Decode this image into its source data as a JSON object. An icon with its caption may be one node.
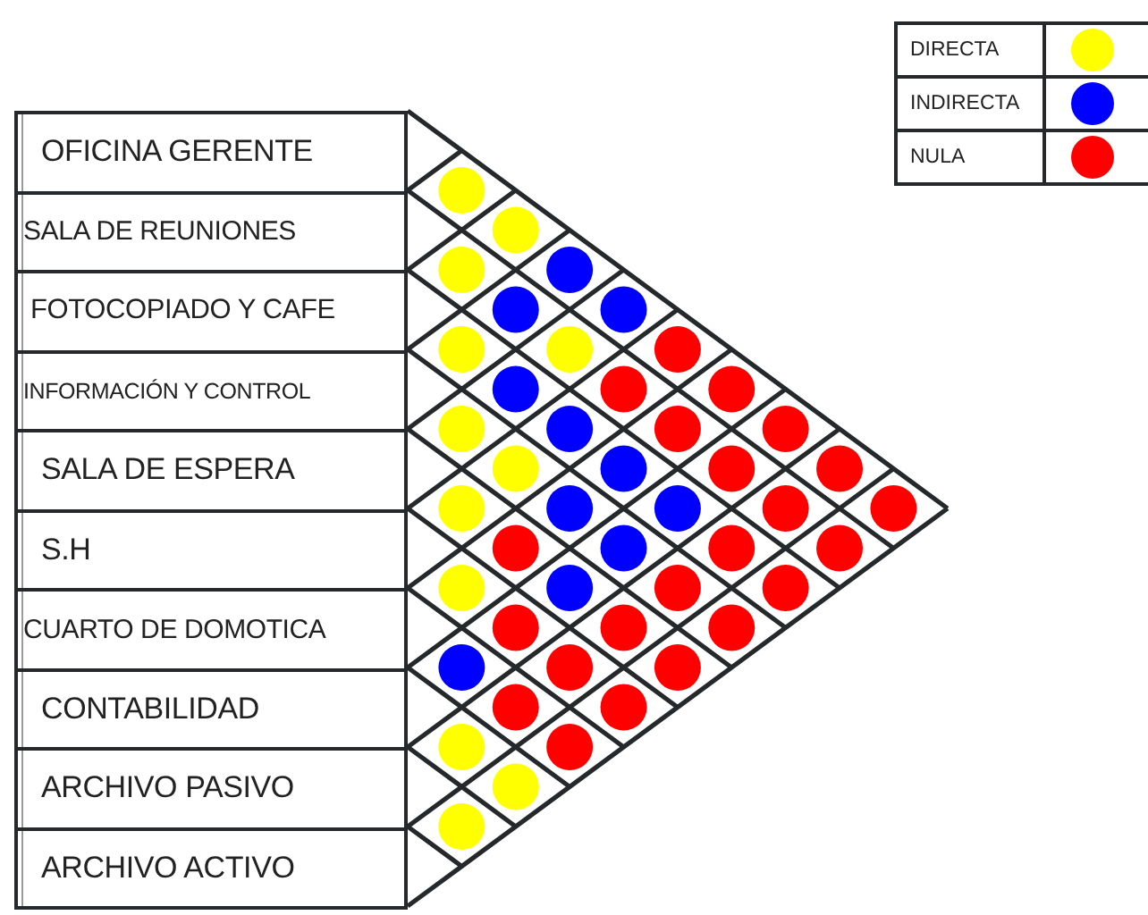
{
  "diagram": {
    "nodes": [
      {
        "text": [
          "OFICINA GERENTE"
        ]
      },
      {
        "text": [
          "SALA DE REUNIONES"
        ]
      },
      {
        "text": [
          "FOTOCOPIADO Y CAFE"
        ]
      },
      {
        "text": [
          "INFORMACIÓN Y CONTROL"
        ]
      },
      {
        "text": [
          "SALA DE ESPERA"
        ]
      },
      {
        "text": [
          "S.H"
        ]
      },
      {
        "text": [
          "CUARTO DE DOMOTICA"
        ]
      },
      {
        "text": [
          "CONTABILIDAD"
        ]
      },
      {
        "text": [
          "ARCHIVO PASIVO"
        ]
      },
      {
        "text": [
          "ARCHIVO ACTIVO"
        ]
      }
    ],
    "edges": [
      {
        "from": 0,
        "to": 1,
        "arrow": "none",
        "color": "#ffff00"
      },
      {
        "from": 0,
        "to": 2,
        "arrow": "none",
        "color": "#ffff00"
      },
      {
        "from": 0,
        "to": 3,
        "arrow": "none",
        "color": "#0000ff"
      },
      {
        "from": 0,
        "to": 4,
        "arrow": "none",
        "color": "#0000ff"
      },
      {
        "from": 0,
        "to": 5,
        "arrow": "none",
        "color": "#ff0000"
      },
      {
        "from": 0,
        "to": 6,
        "arrow": "none",
        "color": "#ff0000"
      },
      {
        "from": 0,
        "to": 7,
        "arrow": "none",
        "color": "#ff0000"
      },
      {
        "from": 0,
        "to": 8,
        "arrow": "none",
        "color": "#ff0000"
      },
      {
        "from": 0,
        "to": 9,
        "arrow": "none",
        "color": "#ff0000"
      },
      {
        "from": 1,
        "to": 2,
        "arrow": "none",
        "color": "#ffff00"
      },
      {
        "from": 1,
        "to": 3,
        "arrow": "none",
        "color": "#0000ff"
      },
      {
        "from": 1,
        "to": 4,
        "arrow": "none",
        "color": "#ffff00"
      },
      {
        "from": 1,
        "to": 5,
        "arrow": "none",
        "color": "#ff0000"
      },
      {
        "from": 1,
        "to": 6,
        "arrow": "none",
        "color": "#ff0000"
      },
      {
        "from": 1,
        "to": 7,
        "arrow": "none",
        "color": "#ff0000"
      },
      {
        "from": 1,
        "to": 8,
        "arrow": "none",
        "color": "#ff0000"
      },
      {
        "from": 1,
        "to": 9,
        "arrow": "none",
        "color": "#ff0000"
      },
      {
        "from": 2,
        "to": 3,
        "arrow": "none",
        "color": "#ffff00"
      },
      {
        "from": 2,
        "to": 4,
        "arrow": "none",
        "color": "#0000ff"
      },
      {
        "from": 2,
        "to": 5,
        "arrow": "none",
        "color": "#0000ff"
      },
      {
        "from": 2,
        "to": 6,
        "arrow": "none",
        "color": "#0000ff"
      },
      {
        "from": 2,
        "to": 7,
        "arrow": "none",
        "color": "#0000ff"
      },
      {
        "from": 2,
        "to": 8,
        "arrow": "none",
        "color": "#ff0000"
      },
      {
        "from": 2,
        "to": 9,
        "arrow": "none",
        "color": "#ff0000"
      },
      {
        "from": 3,
        "to": 4,
        "arrow": "none",
        "color": "#ffff00"
      },
      {
        "from": 3,
        "to": 5,
        "arrow": "none",
        "color": "#ffff00"
      },
      {
        "from": 3,
        "to": 6,
        "arrow": "none",
        "color": "#0000ff"
      },
      {
        "from": 3,
        "to": 7,
        "arrow": "none",
        "color": "#0000ff"
      },
      {
        "from": 3,
        "to": 8,
        "arrow": "none",
        "color": "#ff0000"
      },
      {
        "from": 3,
        "to": 9,
        "arrow": "none",
        "color": "#ff0000"
      },
      {
        "from": 4,
        "to": 5,
        "arrow": "none",
        "color": "#ffff00"
      },
      {
        "from": 4,
        "to": 6,
        "arrow": "none",
        "color": "#ff0000"
      },
      {
        "from": 4,
        "to": 7,
        "arrow": "none",
        "color": "#0000ff"
      },
      {
        "from": 4,
        "to": 8,
        "arrow": "none",
        "color": "#ff0000"
      },
      {
        "from": 4,
        "to": 9,
        "arrow": "none",
        "color": "#ff0000"
      },
      {
        "from": 5,
        "to": 6,
        "arrow": "none",
        "color": "#ffff00"
      },
      {
        "from": 5,
        "to": 7,
        "arrow": "none",
        "color": "#ff0000"
      },
      {
        "from": 5,
        "to": 8,
        "arrow": "none",
        "color": "#ff0000"
      },
      {
        "from": 5,
        "to": 9,
        "arrow": "none",
        "color": "#ff0000"
      },
      {
        "from": 6,
        "to": 7,
        "arrow": "none",
        "color": "#0000ff"
      },
      {
        "from": 6,
        "to": 8,
        "arrow": "none",
        "color": "#ff0000"
      },
      {
        "from": 6,
        "to": 9,
        "arrow": "none",
        "color": "#ff0000"
      },
      {
        "from": 7,
        "to": 8,
        "arrow": "none",
        "color": "#ffff00"
      },
      {
        "from": 7,
        "to": 9,
        "arrow": "none",
        "color": "#ffff00"
      },
      {
        "from": 8,
        "to": 9,
        "arrow": "none",
        "color": "#ffff00"
      }
    ],
    "legend": [
      {
        "text": "DIRECTA",
        "color": "#ffff00"
      },
      {
        "text": "INDIRECTA",
        "color": "#0000ff"
      },
      {
        "text": "NULA",
        "color": "#ff0000"
      }
    ]
  }
}
